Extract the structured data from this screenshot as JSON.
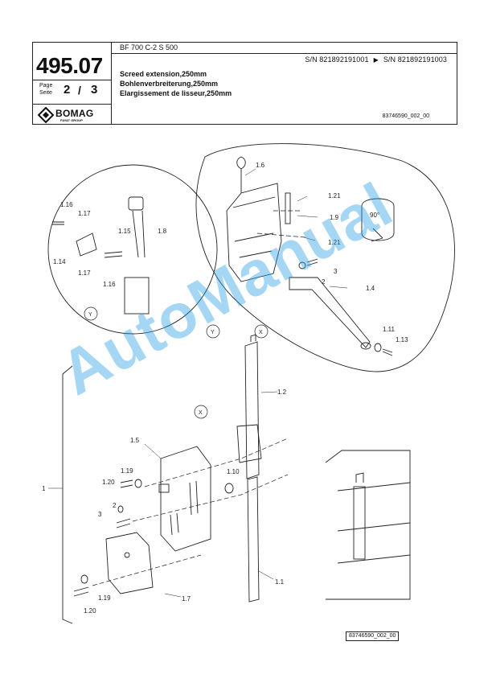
{
  "header": {
    "model": "BF 700 C-2 S 500",
    "sn_from": "S/N 821892191001",
    "sn_to": "S/N 821892191003",
    "title_en": "Screed extension,250mm",
    "title_de": "Bohlenverbreiterung,250mm",
    "title_fr": "Elargissement de lisseur,250mm",
    "doc_code": "83746590_002_00",
    "group_number": "495.07",
    "page_label_en": "Page",
    "page_label_de": "Seite",
    "page_current": "2",
    "page_sep": "/",
    "page_total": "3",
    "brand": "BOMAG",
    "brand_sub": "FAYAT GROUP"
  },
  "drawing": {
    "rotation_label": "90°",
    "view_labels": [
      "Y",
      "X",
      "X",
      "Y"
    ],
    "callouts": [
      "1.6",
      "1.21",
      "1.9",
      "1.21",
      "3",
      "2",
      "1.4",
      "1.11",
      "1.13",
      "1.16",
      "1.17",
      "1.15",
      "1.8",
      "1.14",
      "1.17",
      "1.16",
      "1.2",
      "1.5",
      "1.19",
      "1.20",
      "1.10",
      "2",
      "3",
      "1",
      "1.1",
      "1.7",
      "1.19",
      "1.20"
    ],
    "footer_ref": "83746590_002_00"
  },
  "watermark": "AutoManual"
}
